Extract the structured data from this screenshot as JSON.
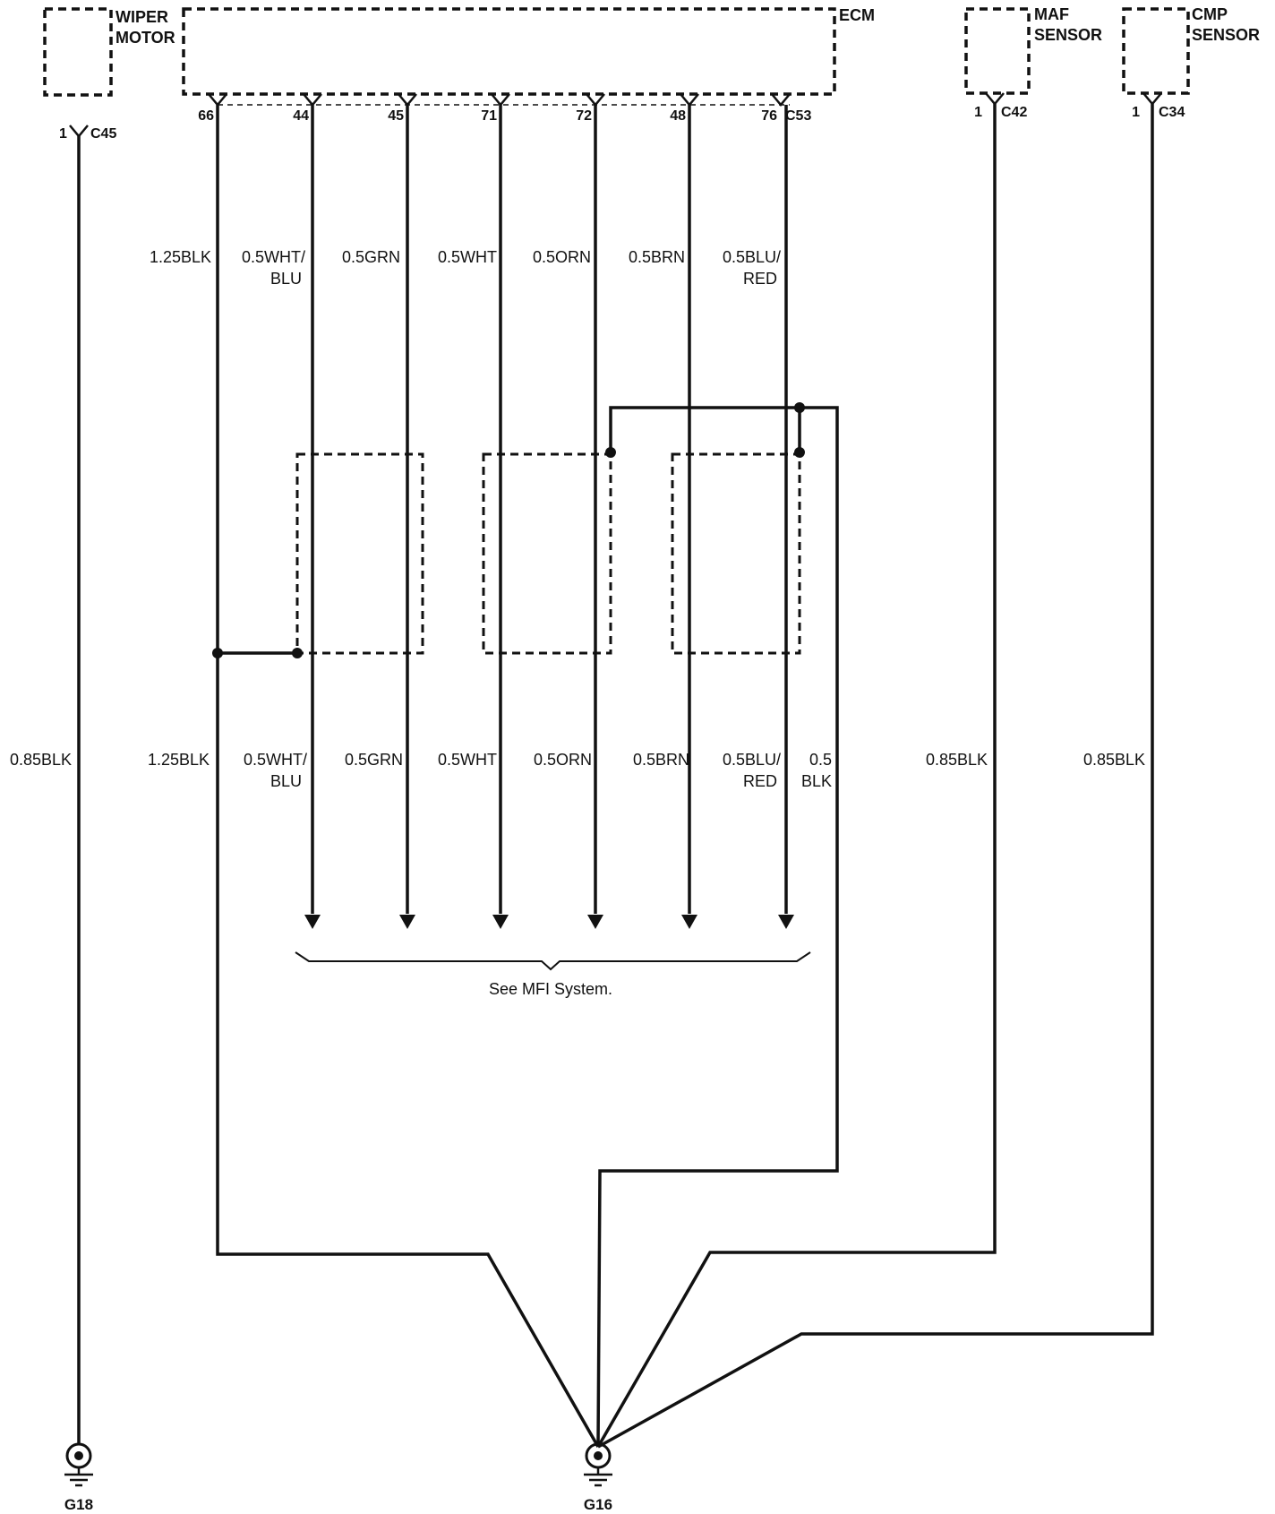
{
  "components": {
    "wiper_motor": {
      "line1": "WIPER",
      "line2": "MOTOR"
    },
    "ecm": {
      "name": "ECM"
    },
    "maf_sensor": {
      "line1": "MAF",
      "line2": "SENSOR"
    },
    "cmp_sensor": {
      "line1": "CMP",
      "line2": "SENSOR"
    }
  },
  "connectors": {
    "c45": {
      "pin": "1",
      "name": "C45"
    },
    "c53": {
      "name": "C53",
      "pins": [
        "66",
        "44",
        "45",
        "71",
        "72",
        "48",
        "76"
      ]
    },
    "c42": {
      "pin": "1",
      "name": "C42"
    },
    "c34": {
      "pin": "1",
      "name": "C34"
    }
  },
  "wires_upper": [
    {
      "line1": "1.25BLK",
      "line2": ""
    },
    {
      "line1": "0.5WHT/",
      "line2": "BLU"
    },
    {
      "line1": "0.5GRN",
      "line2": ""
    },
    {
      "line1": "0.5WHT",
      "line2": ""
    },
    {
      "line1": "0.5ORN",
      "line2": ""
    },
    {
      "line1": "0.5BRN",
      "line2": ""
    },
    {
      "line1": "0.5BLU/",
      "line2": "RED"
    }
  ],
  "wires_lower": [
    {
      "line1": "0.85BLK",
      "line2": ""
    },
    {
      "line1": "1.25BLK",
      "line2": ""
    },
    {
      "line1": "0.5WHT/",
      "line2": "BLU"
    },
    {
      "line1": "0.5GRN",
      "line2": ""
    },
    {
      "line1": "0.5WHT",
      "line2": ""
    },
    {
      "line1": "0.5ORN",
      "line2": ""
    },
    {
      "line1": "0.5BRN",
      "line2": ""
    },
    {
      "line1": "0.5BLU/",
      "line2": "RED"
    },
    {
      "line1": "0.5",
      "line2": "BLK"
    },
    {
      "line1": "0.85BLK",
      "line2": ""
    },
    {
      "line1": "0.85BLK",
      "line2": ""
    }
  ],
  "note": "See MFI System.",
  "grounds": {
    "g18": "G18",
    "g16": "G16"
  }
}
